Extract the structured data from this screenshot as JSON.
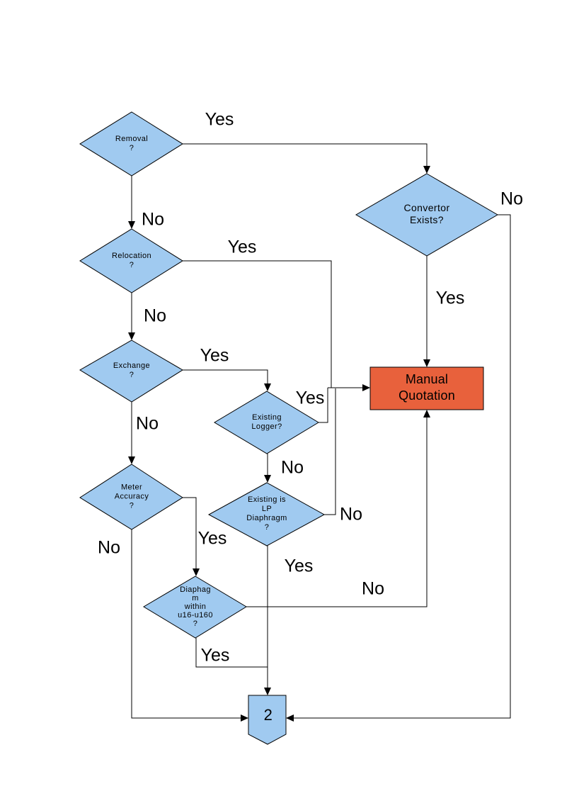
{
  "colors": {
    "page_bg": "#ffffff",
    "node_fill": "#A0CAF0",
    "highlight_fill": "#E8613C",
    "line_color": "#000000"
  },
  "nodes": {
    "removal": {
      "label": "Removal\n?"
    },
    "convertor": {
      "label": "Convertor\nExists?"
    },
    "relocation": {
      "label": "Relocation\n?"
    },
    "exchange": {
      "label": "Exchange\n?"
    },
    "existing_logger": {
      "label": "Existing\nLogger?"
    },
    "meter_accuracy": {
      "label": "Meter\nAccuracy\n?"
    },
    "lp_diaphragm": {
      "label": "Existing is\nLP\nDiaphragm\n?"
    },
    "diaphragm_range": {
      "label": "Diaphag\nm\nwithin\nu16-u160\n?"
    },
    "manual_quotation": {
      "label": "Manual\nQuotation"
    },
    "connector_2": {
      "label": "2"
    }
  },
  "edge_labels": {
    "removal_yes": "Yes",
    "removal_no": "No",
    "convertor_yes": "Yes",
    "convertor_no": "No",
    "relocation_yes": "Yes",
    "relocation_no": "No",
    "exchange_yes": "Yes",
    "exchange_no": "No",
    "existing_logger_yes": "Yes",
    "existing_logger_no": "No",
    "meter_accuracy_yes": "Yes",
    "meter_accuracy_no": "No",
    "lp_diaphragm_yes": "Yes",
    "lp_diaphragm_no": "No",
    "diaphragm_range_yes": "Yes",
    "diaphragm_range_no": "No"
  }
}
